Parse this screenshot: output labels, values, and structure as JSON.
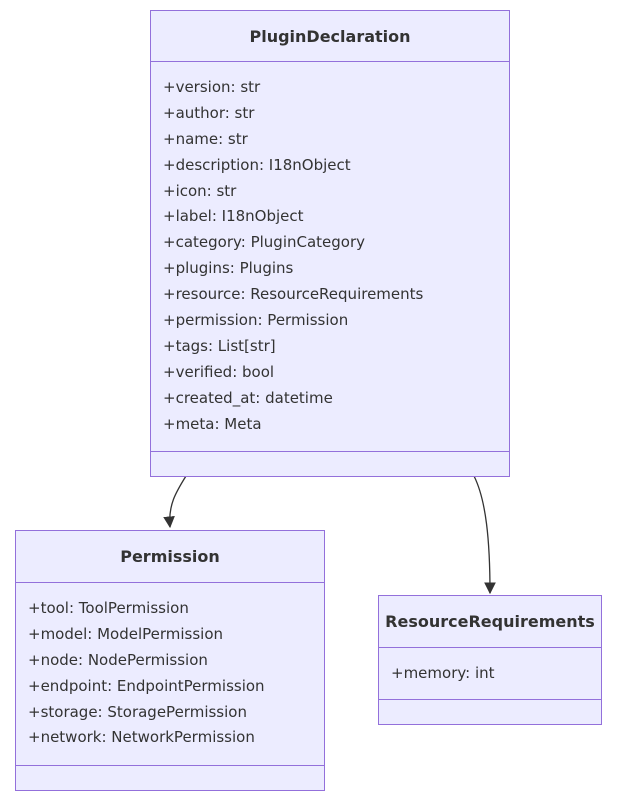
{
  "classes": {
    "plugin_declaration": {
      "name": "PluginDeclaration",
      "attributes": [
        "+version: str",
        "+author: str",
        "+name: str",
        "+description: I18nObject",
        "+icon: str",
        "+label: I18nObject",
        "+category: PluginCategory",
        "+plugins: Plugins",
        "+resource: ResourceRequirements",
        "+permission: Permission",
        "+tags: List[str]",
        "+verified: bool",
        "+created_at: datetime",
        "+meta: Meta"
      ]
    },
    "permission": {
      "name": "Permission",
      "attributes": [
        "+tool: ToolPermission",
        "+model: ModelPermission",
        "+node: NodePermission",
        "+endpoint: EndpointPermission",
        "+storage: StoragePermission",
        "+network: NetworkPermission"
      ]
    },
    "resource_requirements": {
      "name": "ResourceRequirements",
      "attributes": [
        "+memory: int"
      ]
    }
  },
  "colors": {
    "box_fill": "#ECECFF",
    "box_border": "#9370DB",
    "edge": "#333333",
    "text": "#333333"
  }
}
